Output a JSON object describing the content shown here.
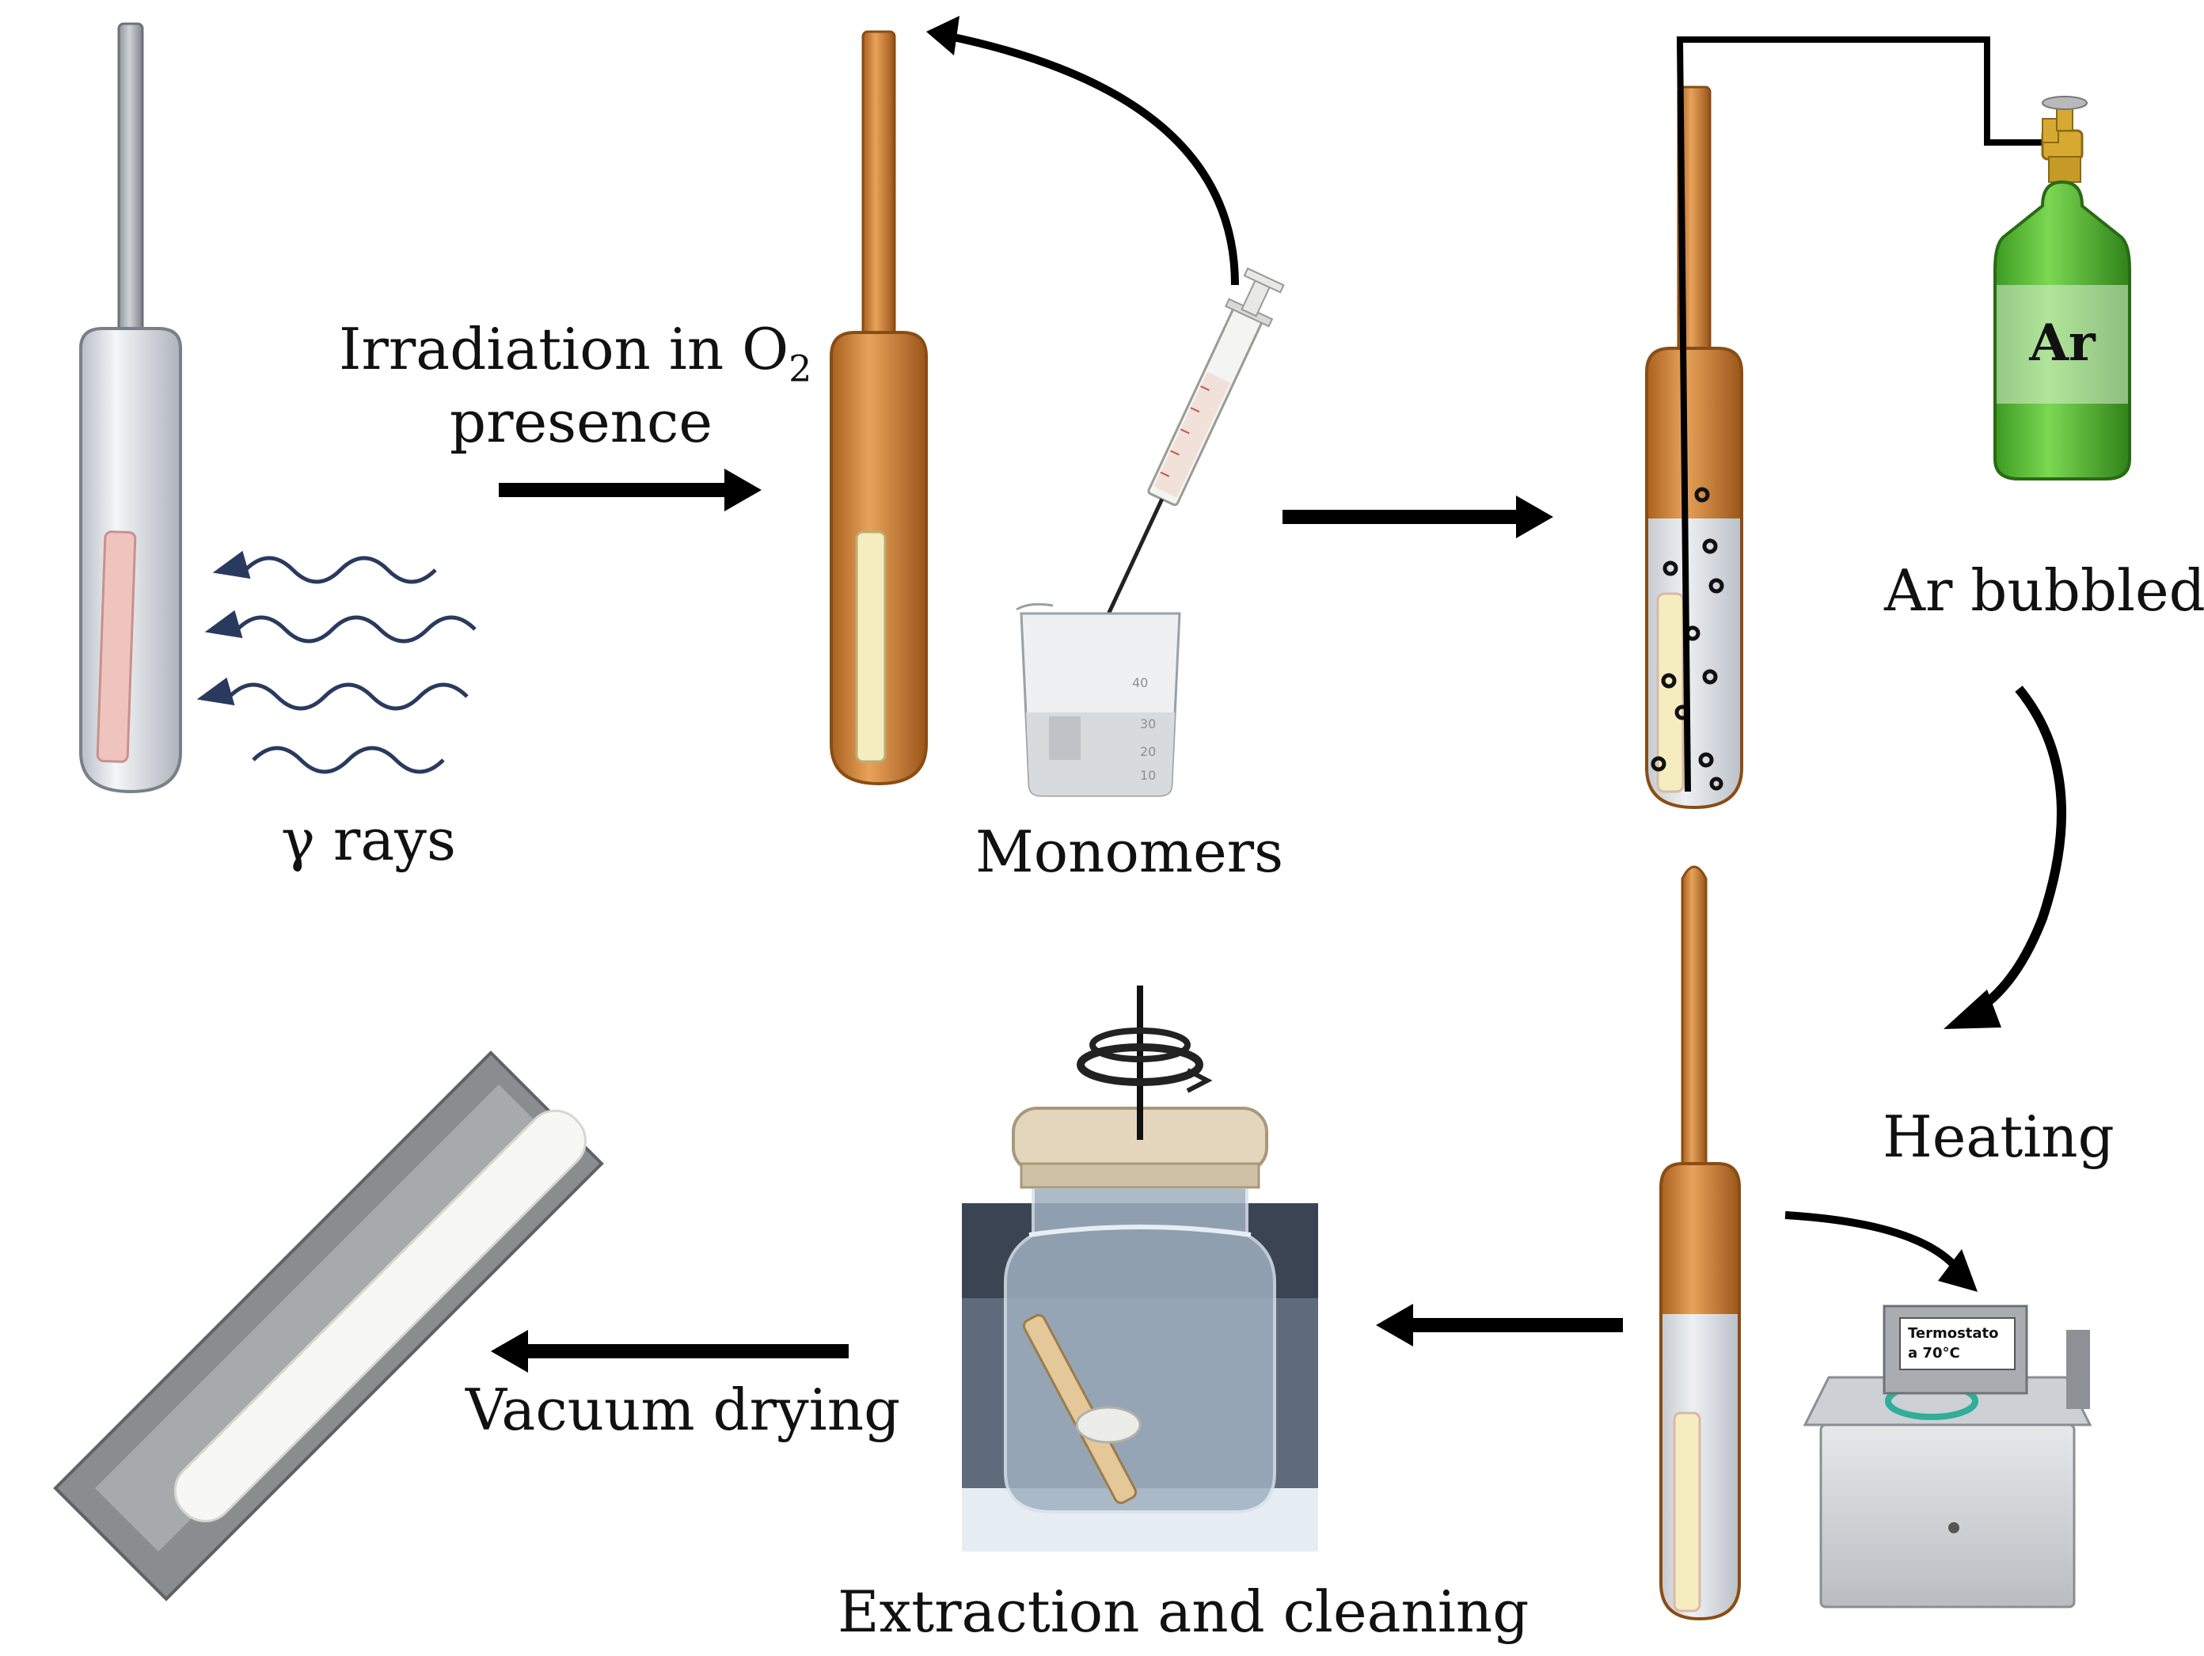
{
  "labels": {
    "irradiation_text": "Irradiation in O",
    "irradiation_subscript": "2",
    "irradiation_line2": "presence",
    "gamma": "γ rays",
    "monomers": "Monomers",
    "ar_bubbled": "Ar bubbled",
    "heating": "Heating",
    "vacuum_drying": "Vacuum drying",
    "extraction": "Extraction and cleaning",
    "cylinder_label": "Ar",
    "thermostat_label_line1": "Termostato",
    "thermostat_label_line2": "a 70°C",
    "beaker_mark_top": "40",
    "beaker_mark_mid": "30",
    "beaker_mark_low": "20",
    "beaker_mark_bottom": "10"
  },
  "colors": {
    "glass": "#d9dde2",
    "copper": "#d98b3a",
    "copper_dark": "#a9601e",
    "sample": "#efc4bf",
    "sample_treated": "#f5edc0",
    "cylinder_green": "#5cc43c",
    "gamma_wave": "#2a3a5e"
  }
}
